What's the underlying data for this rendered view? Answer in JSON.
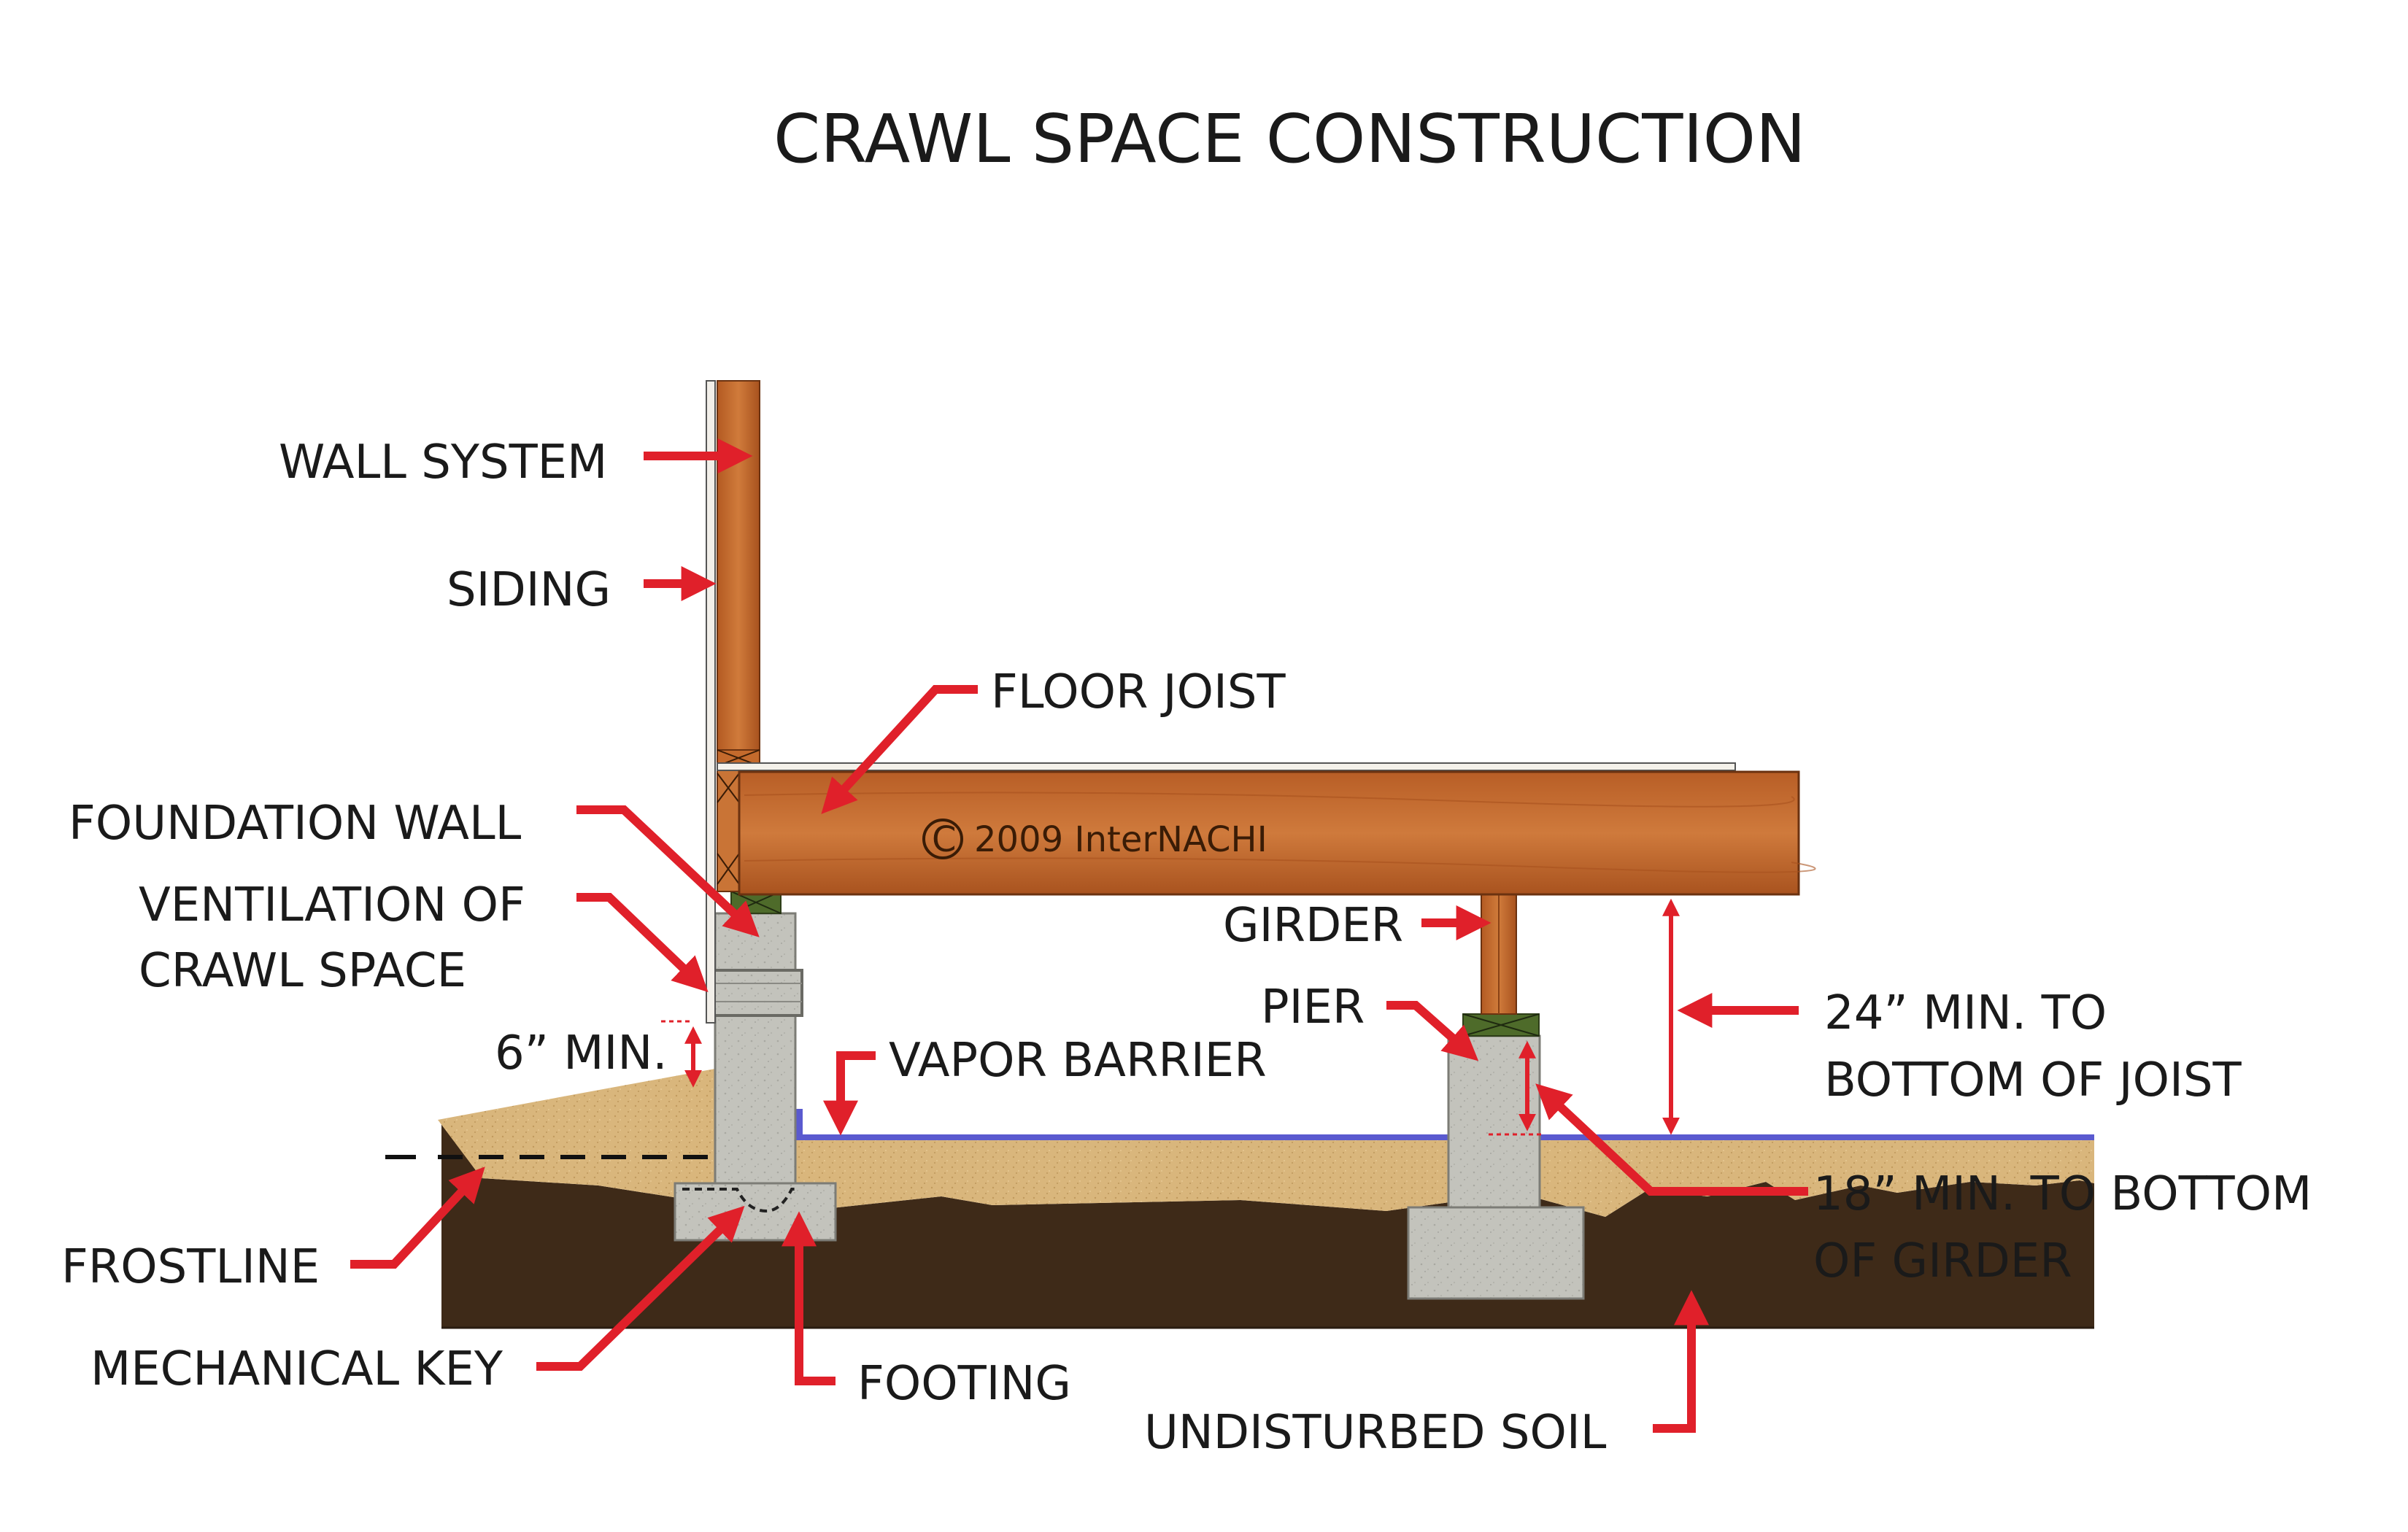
{
  "title": "CRAWL SPACE CONSTRUCTION",
  "copyright": {
    "symbol": "C",
    "text": "2009  InterNACHI"
  },
  "labels": {
    "wall_system": "WALL SYSTEM",
    "siding": "SIDING",
    "floor_joist": "FLOOR JOIST",
    "foundation_wall": "FOUNDATION WALL",
    "ventilation_line1": "VENTILATION OF",
    "ventilation_line2": "CRAWL SPACE",
    "six_min": "6” MIN.",
    "vapor_barrier": "VAPOR BARRIER",
    "girder": "GIRDER",
    "pier": "PIER",
    "twentyfour_line1": "24” MIN. TO",
    "twentyfour_line2": "BOTTOM OF JOIST",
    "eighteen_line1": "18” MIN. TO BOTTOM",
    "eighteen_line2": "OF GIRDER",
    "frostline": "FROSTLINE",
    "mechanical_key": "MECHANICAL KEY",
    "footing": "FOOTING",
    "undisturbed_soil": "UNDISTURBED SOIL"
  },
  "colors": {
    "callout": "#e0202a",
    "wood": "#c0662a",
    "concrete": "#c2c2bb",
    "backfill": "#d8b57a",
    "undisturbed_soil": "#3e2a18",
    "vapor_barrier": "#5a5acf",
    "sill_plate": "#4e6b2a"
  }
}
